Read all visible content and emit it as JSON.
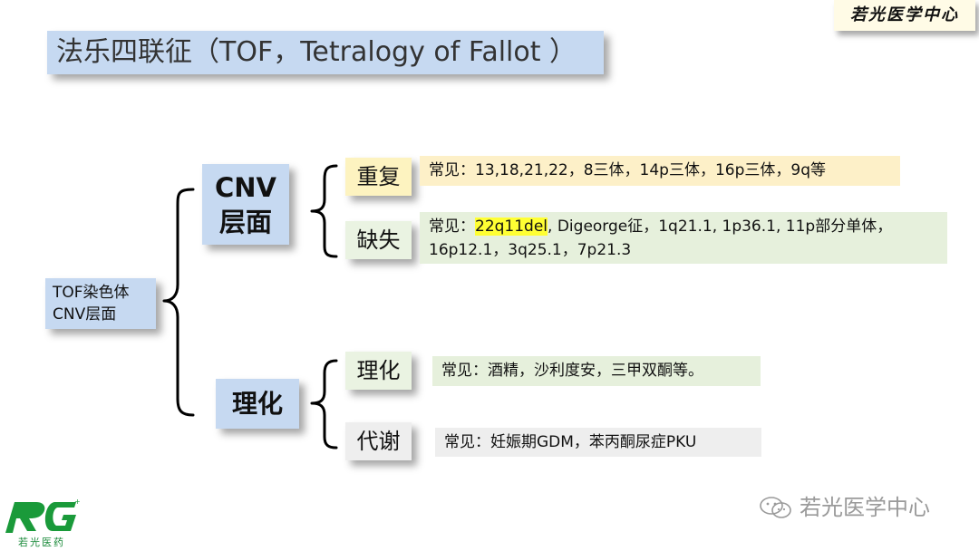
{
  "title": "法乐四联征（TOF，Tetralogy of Fallot ）",
  "badge": "若光医学中心",
  "root": {
    "line1": "TOF染色体",
    "line2": "CNV层面"
  },
  "level1": {
    "cnv": {
      "line1": "CNV",
      "line2": "层面"
    },
    "chem": "理化"
  },
  "level2": {
    "dup": "重复",
    "del": "缺失",
    "lihua": "理化",
    "metab": "代谢"
  },
  "details": {
    "dup": "常见：13,18,21,22，8三体，14p三体，16p三体，9q等",
    "del_prefix": "常见：",
    "del_highlight": "22q11del",
    "del_rest_line1": ", Digeorge征，1q21.1, 1p36.1, 11p部分单体，",
    "del_line2": "16p12.1，3q25.1，7p21.3",
    "lihua": "常见：酒精，沙利度安，三甲双酮等。",
    "metab": "常见：妊娠期GDM，苯丙酮尿症PKU"
  },
  "watermark": "若光医学中心",
  "logo": {
    "mark": "RG",
    "subtitle": "若光医药"
  },
  "colors": {
    "blue_box": "#c6d9f1",
    "yellow_box": "#fdf3c0",
    "green_box": "#eaf3e2",
    "gray_box": "#eeeeee",
    "highlight": "#ffff33",
    "logo_green": "#1a9a3a"
  }
}
